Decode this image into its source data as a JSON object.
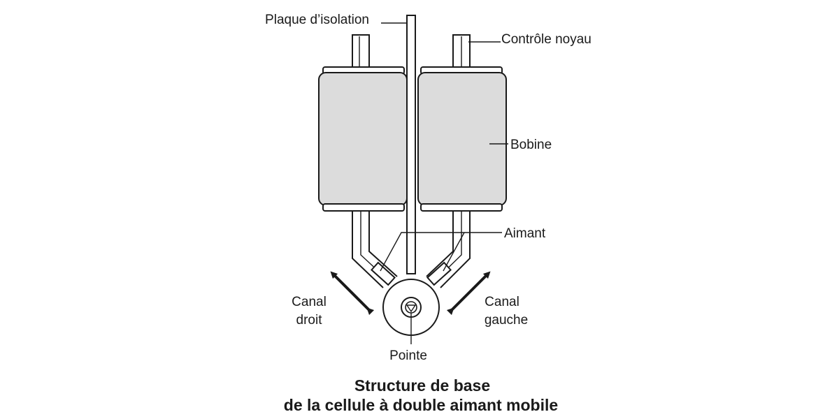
{
  "labels": {
    "insulation_plate": "Plaque d’isolation",
    "core_control": "Contrôle noyau",
    "coil": "Bobine",
    "magnet": "Aimant",
    "right_channel_line1": "Canal",
    "right_channel_line2": "droit",
    "left_channel_line1": "Canal",
    "left_channel_line2": "gauche",
    "stylus_tip": "Pointe"
  },
  "caption": {
    "line1": "Structure de base",
    "line2": "de la cellule à double aimant mobile"
  },
  "colors": {
    "ink": "#1a1a1a",
    "coil_fill": "#dcdcdc",
    "background": "#ffffff"
  }
}
